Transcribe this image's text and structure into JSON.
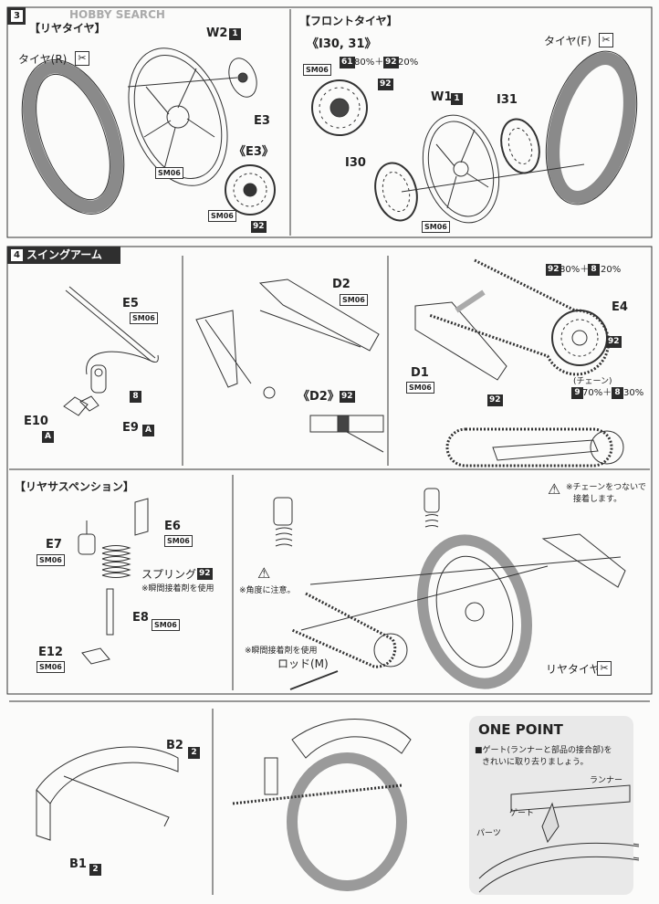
{
  "header": {
    "step_number": "3",
    "watermark": "HOBBY SEARCH"
  },
  "rear_tire": {
    "title": "【リヤタイヤ】",
    "tire_label": "タイヤ(R)",
    "wheel_label": "W2",
    "wheel_badge": "1",
    "hub_label": "E3",
    "hub_code": "SM06",
    "disc_label": "《E3》",
    "disc_code": "SM06",
    "disc_color": "92"
  },
  "front_tire": {
    "title": "【フロントタイヤ】",
    "disc_group_label": "《I30, 31》",
    "disc_code": "SM06",
    "mix_color_a": "61",
    "mix_text_a": "80%＋",
    "mix_color_b": "92",
    "mix_text_b": "20%",
    "disc_color": "92",
    "wheel_label": "W1",
    "wheel_badge": "1",
    "disc_right_label": "I31",
    "disc_left_label": "I30",
    "wheel_code": "SM06",
    "tire_label": "タイヤ(F)"
  },
  "swingarm": {
    "step_number": "4",
    "title": "スイングアーム",
    "e5_label": "E5",
    "e5_code": "SM06",
    "e10_label": "E10",
    "e10_badge": "A",
    "e9_label": "E9",
    "e9_badge": "A",
    "link_color": "8",
    "d2_label": "D2",
    "d2_code": "SM06",
    "d2_detail_label": "《D2》",
    "d2_detail_color": "92",
    "chain_mix_a": "92",
    "chain_mix_text_a": "80%＋",
    "chain_mix_b": "8",
    "chain_mix_text_b": "20%",
    "e4_label": "E4",
    "e4_color": "92",
    "d1_label": "D1",
    "d1_code": "SM06",
    "d1_color": "92",
    "chain_label": "(チェーン)",
    "chain_color_a": "9",
    "chain_text_a": "70%＋",
    "chain_color_b": "8",
    "chain_text_b": "30%",
    "chain_note_line1": "※チェーンをつないで",
    "chain_note_line2": "接着します。"
  },
  "rear_suspension": {
    "title": "【リヤサスペンション】",
    "e6_label": "E6",
    "e6_code": "SM06",
    "e7_label": "E7",
    "e7_code": "SM06",
    "spring_label": "スプリング",
    "spring_color": "92",
    "spring_note": "※瞬間接着剤を使用",
    "e8_label": "E8",
    "e8_code": "SM06",
    "e12_label": "E12",
    "e12_code": "SM06",
    "angle_note": "※角度に注意。",
    "glue_note": "※瞬間接着剤を使用",
    "rod_label": "ロッド(M)",
    "rear_tire_label": "リヤタイヤ"
  },
  "fender": {
    "b2_label": "B2",
    "b2_badge": "2",
    "b1_label": "B1",
    "b1_badge": "2"
  },
  "one_point": {
    "title": "ONE POINT",
    "text_line1": "■ゲート(ランナーと部品の接合部)を",
    "text_line2": "きれいに取り去りましょう。",
    "runner_label": "ランナー",
    "gate_label": "ゲート",
    "part_label": "パーツ"
  },
  "icons": {
    "knife": "knife-icon",
    "warning": "warning-icon"
  },
  "colors": {
    "section_bar": "#2f2f2f",
    "one_point_bg": "#e9e9e9",
    "line": "#444444"
  }
}
